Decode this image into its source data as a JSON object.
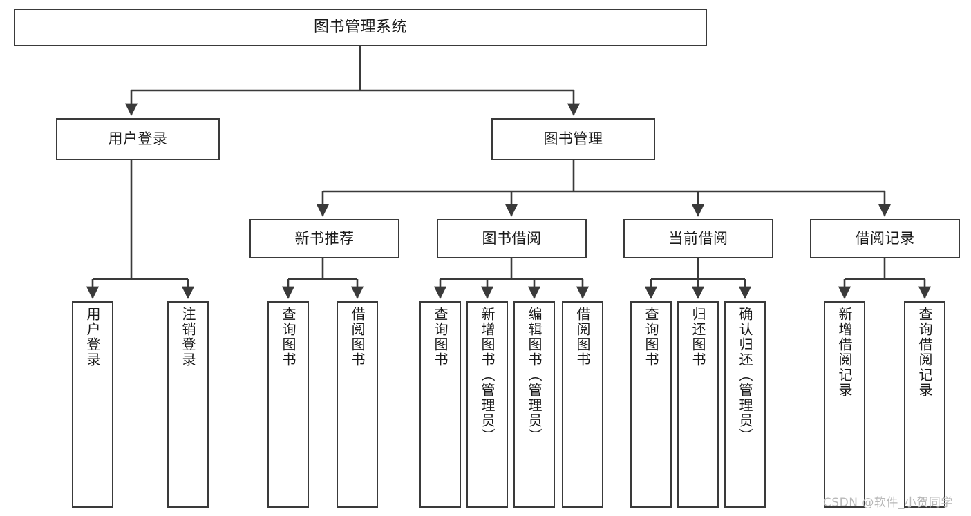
{
  "diagram": {
    "type": "tree-hierarchy",
    "title": "图书管理系统",
    "orientation": "top-down",
    "line_color": "#3a3a3a",
    "box_fill": "#ffffff",
    "text_color": "#1a1a1a",
    "levels": 4
  },
  "nodes": {
    "root": {
      "label": "图书管理系统"
    },
    "level2": [
      {
        "label": "用户登录"
      },
      {
        "label": "图书管理"
      }
    ],
    "level3": [
      {
        "label": "新书推荐"
      },
      {
        "label": "图书借阅"
      },
      {
        "label": "当前借阅"
      },
      {
        "label": "借阅记录"
      }
    ],
    "leaves_user_login": [
      {
        "label": "用户登录"
      },
      {
        "label": "注销登录"
      }
    ],
    "leaves_new_book": [
      {
        "label": "查询图书"
      },
      {
        "label": "借阅图书"
      }
    ],
    "leaves_borrow": [
      {
        "label": "查询图书"
      },
      {
        "label": "新增图书（管理员）"
      },
      {
        "label": "编辑图书（管理员）"
      },
      {
        "label": "借阅图书"
      }
    ],
    "leaves_current": [
      {
        "label": "查询图书"
      },
      {
        "label": "归还图书"
      },
      {
        "label": "确认归还（管理员）"
      }
    ],
    "leaves_records": [
      {
        "label": "新增借阅记录"
      },
      {
        "label": "查询借阅记录"
      }
    ]
  },
  "watermark": {
    "text": "CSDN @软件_小贺同学"
  }
}
